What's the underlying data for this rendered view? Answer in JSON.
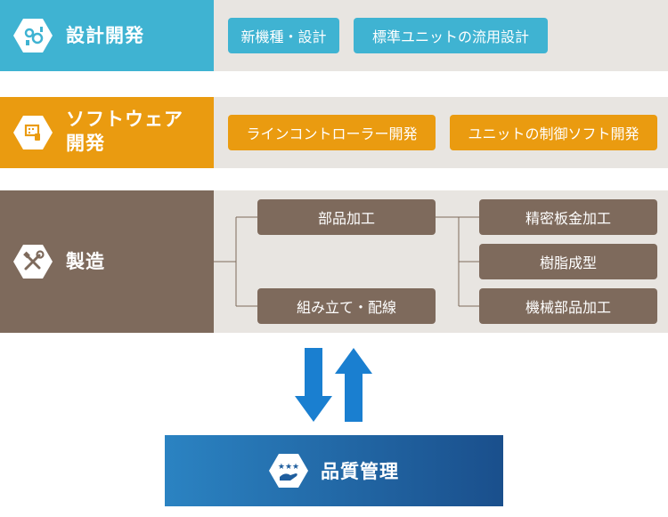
{
  "design": {
    "label": "設計開発",
    "icon": "gears-icon",
    "color": "#3fb3d2",
    "items": [
      "新機種・設計",
      "標準ユニットの流用設計"
    ]
  },
  "software": {
    "label_line1": "ソフトウェア",
    "label_line2": "開発",
    "icon": "monitor-cursor-icon",
    "color": "#ea9b10",
    "items": [
      "ラインコントローラー開発",
      "ユニットの制御ソフト開発"
    ]
  },
  "manufacturing": {
    "label": "製造",
    "icon": "tools-icon",
    "color": "#7e6a5c",
    "left_items": [
      "部品加工",
      "組み立て・配線"
    ],
    "right_items": [
      "精密板金加工",
      "樹脂成型",
      "機械部品加工"
    ]
  },
  "flow": {
    "down_arrow_icon": "arrow-down-icon",
    "up_arrow_icon": "arrow-up-icon",
    "color": "#1a7fd0"
  },
  "quality": {
    "label": "品質管理",
    "icon": "stars-hand-icon",
    "color_start": "#2b83c2",
    "color_end": "#1a4f8c"
  },
  "row_background": "#e8e5e1"
}
